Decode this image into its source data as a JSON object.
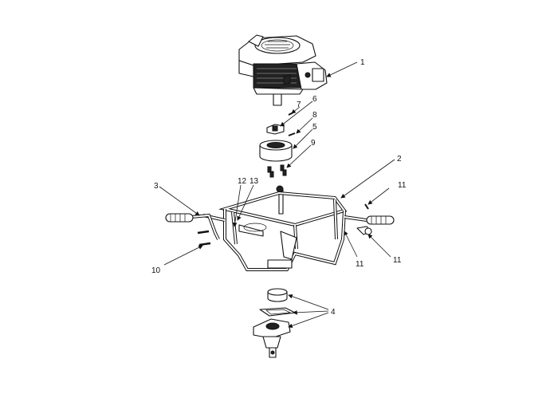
{
  "callouts": {
    "c1": "1",
    "c2": "2",
    "c3": "3",
    "c4": "4",
    "c5": "5",
    "c6": "6",
    "c7": "7",
    "c8": "8",
    "c9": "9",
    "c10": "10",
    "c11a": "11",
    "c11b": "11",
    "c11c": "11",
    "c12": "12",
    "c13": "13"
  }
}
